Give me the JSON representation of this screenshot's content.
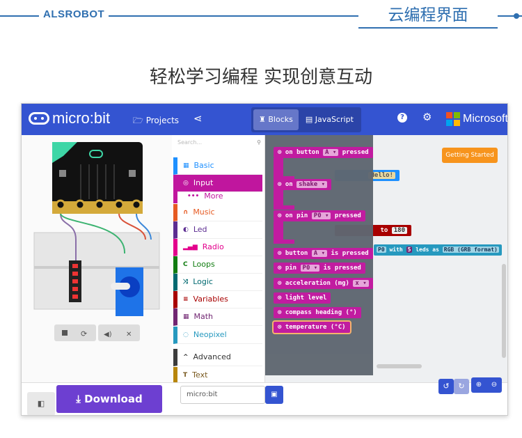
{
  "banner": {
    "brand": "ALSROBOT",
    "tag": "云编程界面",
    "slogan": "轻松学习编程  实现创意互动",
    "accent": "#2f6fb0"
  },
  "topbar": {
    "logo": "micro:bit",
    "projects": "Projects",
    "tabs": [
      "Blocks",
      "JavaScript"
    ],
    "microsoft": "Microsoft",
    "bg": "#3454d1"
  },
  "categories": {
    "search_placeholder": "Search...",
    "items": [
      {
        "label": "Basic",
        "icon": "grid-icon",
        "color": "#1e90ff"
      },
      {
        "label": "Input",
        "icon": "target-icon",
        "color": "#c0169e"
      },
      {
        "label": "More",
        "icon": "dots-icon",
        "color": "#c0169e"
      },
      {
        "label": "Music",
        "icon": "headphones-icon",
        "color": "#e65a22"
      },
      {
        "label": "Led",
        "icon": "toggle-icon",
        "color": "#5c2d91"
      },
      {
        "label": "Radio",
        "icon": "signal-icon",
        "color": "#e3008c"
      },
      {
        "label": "Loops",
        "icon": "refresh-icon",
        "color": "#107c10"
      },
      {
        "label": "Logic",
        "icon": "shuffle-icon",
        "color": "#006970"
      },
      {
        "label": "Variables",
        "icon": "list-icon",
        "color": "#a80000"
      },
      {
        "label": "Math",
        "icon": "calculator-icon",
        "color": "#712672"
      },
      {
        "label": "Neopixel",
        "icon": "ring-icon",
        "color": "#2699bf"
      },
      {
        "label": "Advanced",
        "icon": "chevron-up-icon",
        "color": "#3c3c3c"
      },
      {
        "label": "Text",
        "icon": "text-icon",
        "color": "#b8860b"
      }
    ]
  },
  "flyout": {
    "blocks": [
      {
        "pre": "on button",
        "dd": "A",
        "post": "pressed"
      },
      {
        "pre": "on",
        "dd": "shake",
        "post": ""
      },
      {
        "pre": "on pin",
        "dd": "P0",
        "post": "pressed"
      },
      {
        "pre": "button",
        "dd": "A",
        "post": "is pressed"
      },
      {
        "pre": "pin",
        "dd": "P0",
        "post": "is pressed"
      },
      {
        "pre": "acceleration (mg)",
        "dd": "x",
        "post": ""
      },
      {
        "pre": "light level",
        "dd": "",
        "post": ""
      },
      {
        "pre": "compass heading (°)",
        "dd": "",
        "post": ""
      },
      {
        "pre": "temperature (°C)",
        "dd": "",
        "post": ""
      }
    ]
  },
  "workspace": {
    "getting_started": "Getting Started",
    "string_value": "Hello!",
    "servo_to": "to",
    "servo_value": "180",
    "neo_pin": "P0",
    "neo_with": "with",
    "neo_count": "5",
    "neo_leds": "leds as",
    "neo_mode": "RGB (GRB format)"
  },
  "bottom": {
    "download": "Download",
    "project_name": "micro:bit"
  }
}
